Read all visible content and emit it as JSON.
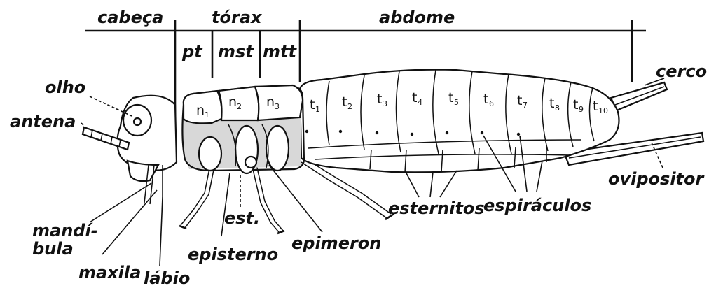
{
  "regions": {
    "head": "cabeça",
    "thorax": "tórax",
    "abdomen": "abdome"
  },
  "thorax_parts": {
    "prothorax": "pt",
    "mesothorax": "mst",
    "metathorax": "mtt"
  },
  "notum": [
    {
      "letter": "n",
      "sub": "1"
    },
    {
      "letter": "n",
      "sub": "2"
    },
    {
      "letter": "n",
      "sub": "3"
    }
  ],
  "tergites": [
    {
      "letter": "t",
      "sub": "1"
    },
    {
      "letter": "t",
      "sub": "2"
    },
    {
      "letter": "t",
      "sub": "3"
    },
    {
      "letter": "t",
      "sub": "4"
    },
    {
      "letter": "t",
      "sub": "5"
    },
    {
      "letter": "t",
      "sub": "6"
    },
    {
      "letter": "t",
      "sub": "7"
    },
    {
      "letter": "t",
      "sub": "8"
    },
    {
      "letter": "t",
      "sub": "9"
    },
    {
      "letter": "t",
      "sub": "10"
    }
  ],
  "labels": {
    "eye": "olho",
    "antenna": "antena",
    "mandible_line1": "mandí-",
    "mandible_line2": "bula",
    "maxilla": "maxila",
    "labium": "lábio",
    "sternum": "est.",
    "episternum": "episterno",
    "epimeron": "epimeron",
    "sternites": "esternitos",
    "spiracles": "espiráculos",
    "cercus": "cerco",
    "ovipositor": "ovipositor"
  }
}
